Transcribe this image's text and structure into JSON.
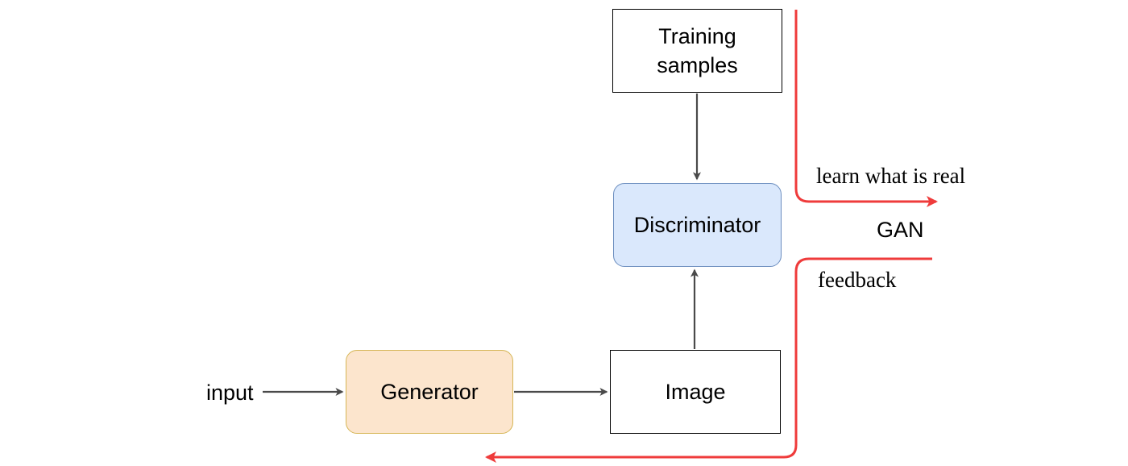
{
  "colors": {
    "box_stroke": "#000000",
    "arrow_gray": "#4a4a4a",
    "arrow_red": "#ef3b3b",
    "discriminator_fill": "#dae8fc",
    "discriminator_stroke": "#6c8ebf",
    "generator_fill": "#fce5cd",
    "generator_stroke": "#d6b656"
  },
  "nodes": {
    "training_samples": {
      "line1": "Training",
      "line2": "samples"
    },
    "discriminator": {
      "label": "Discriminator"
    },
    "generator": {
      "label": "Generator"
    },
    "image": {
      "label": "Image"
    }
  },
  "labels": {
    "input": "input",
    "gan": "GAN",
    "learn": "learn what is real",
    "feedback": "feedback"
  }
}
